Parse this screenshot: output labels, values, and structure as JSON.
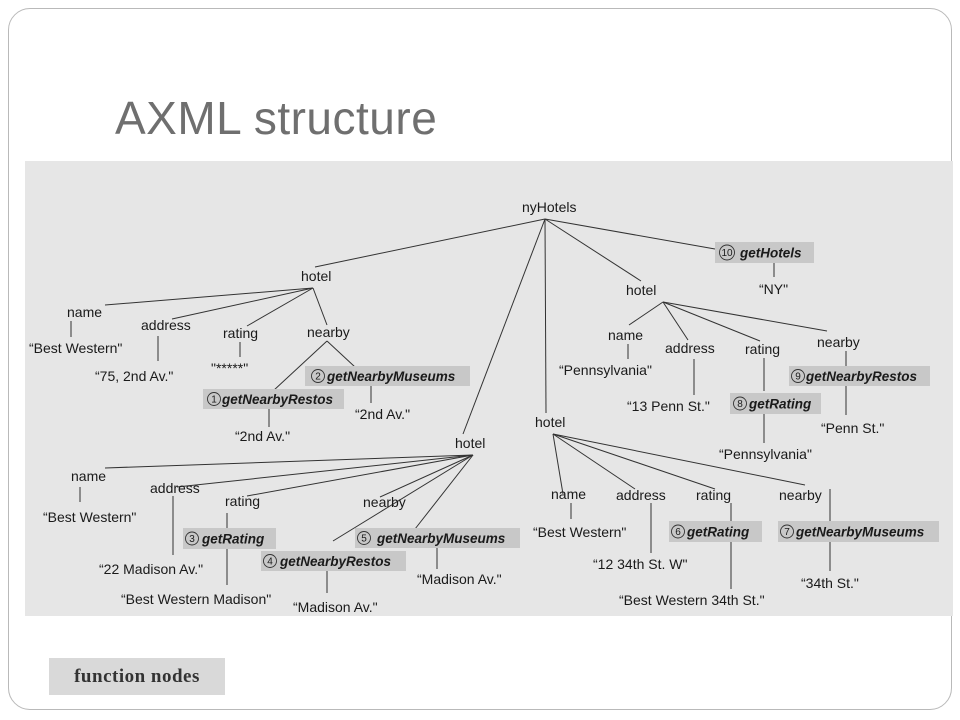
{
  "slide": {
    "title": "AXML structure",
    "legend_label": "function nodes",
    "colors": {
      "function_node_fill": "#c8c8c8",
      "diagram_background": "#e6e6e6"
    }
  },
  "tree": {
    "root": "nyHotels",
    "nodes": {
      "h1": "hotel",
      "h1_name": "name",
      "h1_name_val": "“Best Western\"",
      "h1_address": "address",
      "h1_address_val": "“75, 2nd Av.\"",
      "h1_rating": "rating",
      "h1_rating_val": "\"*****\"",
      "h1_nearby": "nearby",
      "h1_resto_val": "“2nd Av.\"",
      "h1_museum_val": "“2nd Av.\"",
      "h2": "hotel",
      "h2_name": "name",
      "h2_name_val": "“Best Western\"",
      "h2_address": "address",
      "h2_address_val": "“22 Madison Av.\"",
      "h2_rating": "rating",
      "h2_rating_val": "“Best Western Madison\"",
      "h2_nearby": "nearby",
      "h2_resto_val": "“Madison Av.\"",
      "h2_museum_val": "“Madison Av.\"",
      "h3": "hotel",
      "h3_name": "name",
      "h3_name_val": "“Best Western\"",
      "h3_address": "address",
      "h3_address_val": "“12 34th St. W\"",
      "h3_rating": "rating",
      "h3_rating_val": "“Best Western 34th St.\"",
      "h3_nearby": "nearby",
      "h3_museum_val": "“34th St.\"",
      "h4": "hotel",
      "h4_name": "name",
      "h4_name_val": "“Pennsylvania\"",
      "h4_address": "address",
      "h4_address_val": "“13 Penn St.\"",
      "h4_rating": "rating",
      "h4_rating_val": "“Pennsylvania\"",
      "h4_nearby": "nearby",
      "h4_resto_val": "“Penn St.\"",
      "gh_val": "“NY\""
    },
    "functions": [
      {
        "num": "1",
        "name": "getNearbyRestos"
      },
      {
        "num": "2",
        "name": "getNearbyMuseums"
      },
      {
        "num": "3",
        "name": "getRating"
      },
      {
        "num": "4",
        "name": "getNearbyRestos"
      },
      {
        "num": "5",
        "name": "getNearbyMuseums"
      },
      {
        "num": "6",
        "name": "getRating"
      },
      {
        "num": "7",
        "name": "getNearbyMuseums"
      },
      {
        "num": "8",
        "name": "getRating"
      },
      {
        "num": "9",
        "name": "getNearbyRestos"
      },
      {
        "num": "10",
        "name": "getHotels"
      }
    ]
  }
}
